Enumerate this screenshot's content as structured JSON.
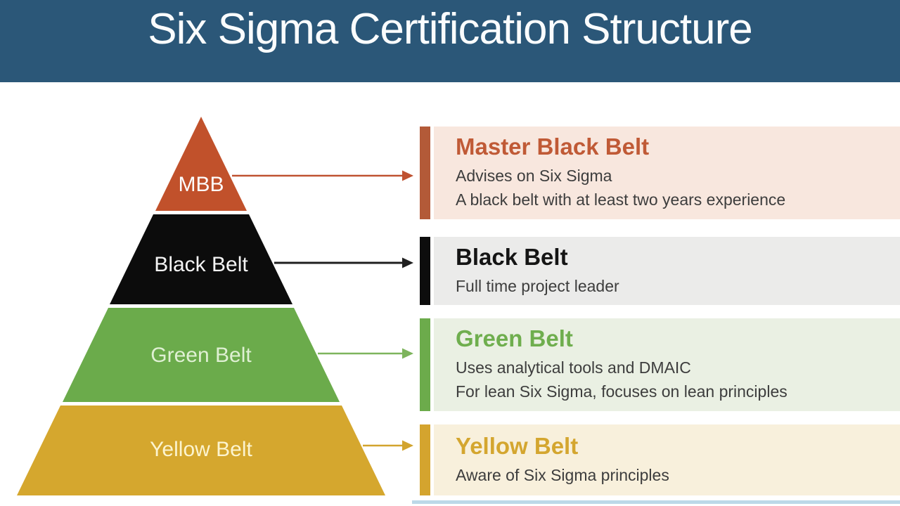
{
  "header": {
    "title": "Six Sigma Certification Structure",
    "bg_color": "#2b5778"
  },
  "pyramid": {
    "levels": [
      {
        "id": "mbb",
        "label": "MBB",
        "color": "#c1512b",
        "label_color": "#fdfdfd"
      },
      {
        "id": "black",
        "label": "Black Belt",
        "color": "#0c0c0c",
        "label_color": "#f4f4f4"
      },
      {
        "id": "green",
        "label": "Green Belt",
        "color": "#6bab4b",
        "label_color": "#dff0d3"
      },
      {
        "id": "yellow",
        "label": "Yellow Belt",
        "color": "#d5a72e",
        "label_color": "#fcf4cf"
      }
    ]
  },
  "cards": [
    {
      "title": "Master Black Belt",
      "title_color": "#c05a36",
      "bar_color": "#b35a38",
      "bg_color": "#f8e7de",
      "arrow_color": "#bf5231",
      "lines": [
        "Advises on Six Sigma",
        "A black belt with at least two years experience"
      ]
    },
    {
      "title": "Black Belt",
      "title_color": "#151515",
      "bar_color": "#0d0d0d",
      "bg_color": "#ebebea",
      "arrow_color": "#1f1f1f",
      "lines": [
        "Full time project leader"
      ]
    },
    {
      "title": "Green Belt",
      "title_color": "#6fae4e",
      "bar_color": "#6cab4b",
      "bg_color": "#eaf0e3",
      "arrow_color": "#7db45c",
      "lines": [
        "Uses analytical tools and DMAIC",
        "For lean Six Sigma, focuses on lean principles"
      ]
    },
    {
      "title": "Yellow Belt",
      "title_color": "#d4a62f",
      "bar_color": "#d4a42e",
      "bg_color": "#f8f0dc",
      "arrow_color": "#d2a42e",
      "lines": [
        "Aware of Six Sigma principles"
      ]
    }
  ],
  "palette": {
    "bottom_strip_color": "#bcd9e8",
    "body_text_color": "#3d3d3d",
    "background": "#ffffff"
  }
}
